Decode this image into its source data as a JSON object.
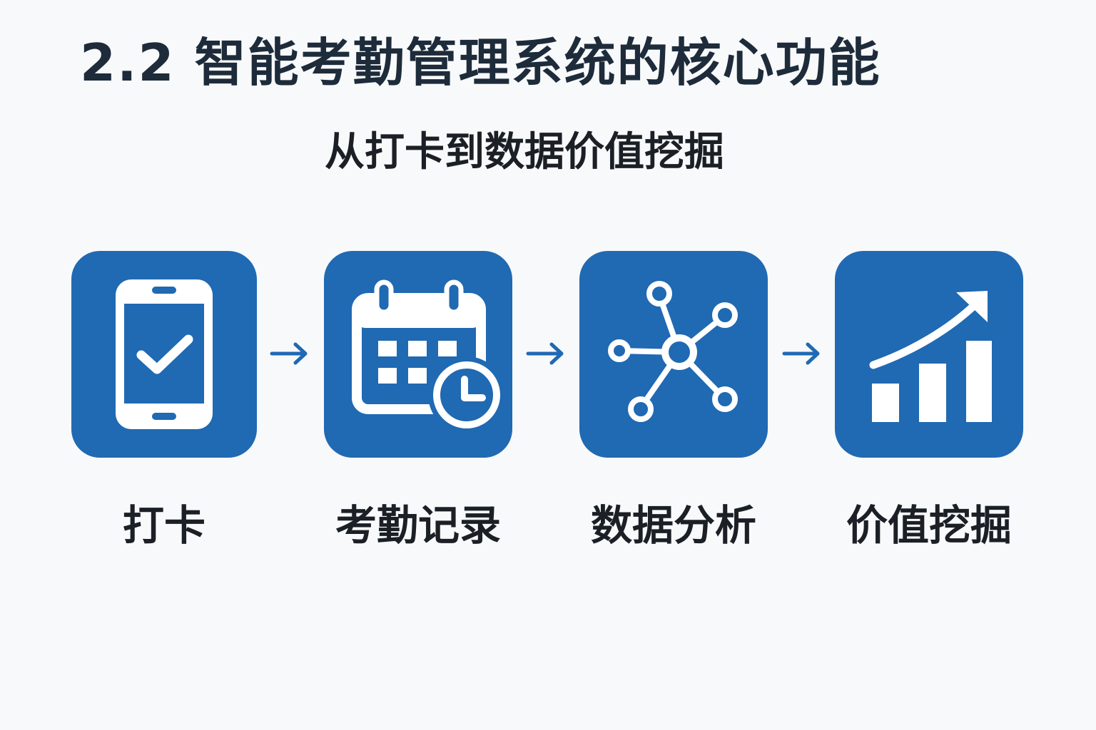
{
  "header": {
    "title": "2.2 智能考勤管理系统的核心功能",
    "subtitle": "从打卡到数据价值挖掘"
  },
  "steps": [
    {
      "label": "打卡",
      "icon": "smartphone-check-icon"
    },
    {
      "label": "考勤记录",
      "icon": "calendar-clock-icon"
    },
    {
      "label": "数据分析",
      "icon": "network-nodes-icon"
    },
    {
      "label": "价值挖掘",
      "icon": "growth-chart-icon"
    }
  ],
  "connector_icon": "arrow-right-icon",
  "colors": {
    "tile": "#2069b3",
    "icon": "#ffffff",
    "arrow": "#2069b3",
    "background": "#f8f9fa",
    "text": "#1b1f26"
  }
}
